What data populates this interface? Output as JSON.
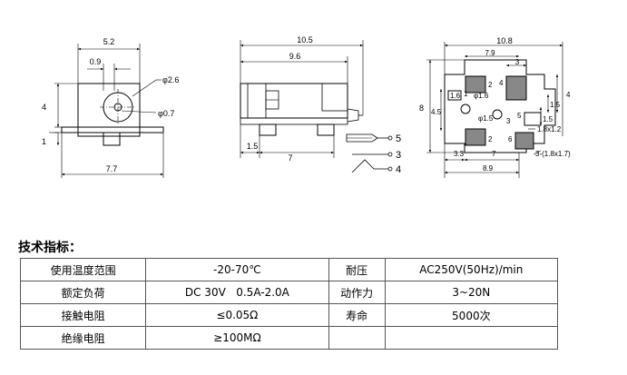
{
  "drawing": {
    "view1": {
      "dim_width": "5.2",
      "dim_offset": "0.9",
      "dim_hole_large": "φ2.6",
      "dim_hole_small": "φ0.7",
      "dim_height": "4",
      "dim_foot": "1",
      "dim_base": "7.7"
    },
    "view2": {
      "dim_total": "10.5",
      "dim_body": "9.6",
      "dim_pin_offset": "1.5",
      "dim_pin_span": "7"
    },
    "pins": {
      "pin5": "5",
      "pin3": "3",
      "pin4": "4"
    },
    "view3": {
      "dim_total": "10.8",
      "dim_top": "7.9",
      "dim_top_small": "3",
      "dim_right": "4",
      "dim_left": "8",
      "dim_left_small": "4.5",
      "dim_right_a": "1.5",
      "dim_right_b": "1.5",
      "dim_inner_left": "1.6",
      "dim_hole_a": "φ1.6",
      "dim_hole_b": "φ1.5",
      "dim_bottom_a": "3.3",
      "dim_bottom_b": "7",
      "dim_bottom_total": "8.9",
      "pad_small": "1.8x1.2",
      "pad_slot": "3-(1.8x1.7)",
      "lab_2a": "2",
      "lab_4": "4",
      "lab_5": "5",
      "lab_2b": "2",
      "lab_6": "6",
      "lab_1": "1",
      "lab_3": "3"
    }
  },
  "specs": {
    "heading": "技术指标：",
    "rows": [
      {
        "label1": "使用温度范围",
        "value1": "-20-70℃",
        "label2": "耐压",
        "value2": "AC250V(50Hz)/min"
      },
      {
        "label1": "额定负荷",
        "value1": "DC 30V   0.5A-2.0A",
        "label2": "动作力",
        "value2": "3~20N"
      },
      {
        "label1": "接触电阻",
        "value1": "≤0.05Ω",
        "label2": "寿命",
        "value2": "5000次"
      },
      {
        "label1": "绝缘电阻",
        "value1": "≥100MΩ",
        "label2": "",
        "value2": ""
      }
    ]
  }
}
